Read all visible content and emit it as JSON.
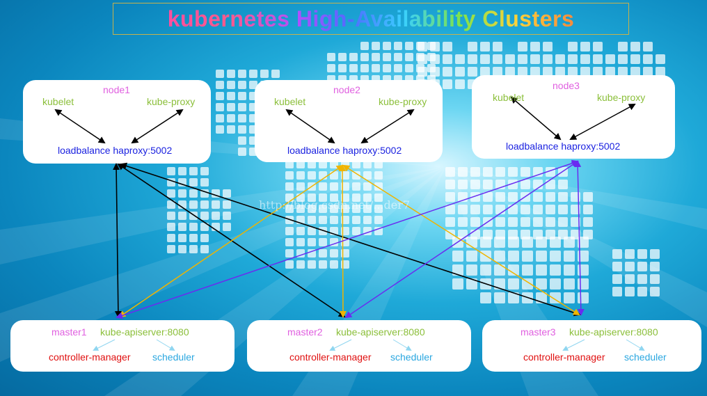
{
  "title": "kubernetes High-Availability Clusters",
  "watermark": "http://blog.csdn.net/...der7",
  "colors": {
    "node_name": "#e060e0",
    "component": "#8bbf3a",
    "loadbalance": "#1b22e0",
    "controller": "#e01010",
    "scheduler": "#2aa7e0",
    "arrow_black": "#000000",
    "arrow_yellow": "#f0b400",
    "arrow_purple": "#6a2cf0"
  },
  "nodes": [
    {
      "name": "node1",
      "kubelet": "kubelet",
      "proxy": "kube-proxy",
      "lb": "loadbalance haproxy:5002"
    },
    {
      "name": "node2",
      "kubelet": "kubelet",
      "proxy": "kube-proxy",
      "lb": "loadbalance haproxy:5002"
    },
    {
      "name": "node3",
      "kubelet": "kubelet",
      "proxy": "kube-proxy",
      "lb": "loadbalance haproxy:5002"
    }
  ],
  "masters": [
    {
      "name": "master1",
      "api": "kube-apiserver:8080",
      "cm": "controller-manager",
      "sched": "scheduler"
    },
    {
      "name": "master2",
      "api": "kube-apiserver:8080",
      "cm": "controller-manager",
      "sched": "scheduler"
    },
    {
      "name": "master3",
      "api": "kube-apiserver:8080",
      "cm": "controller-manager",
      "sched": "scheduler"
    }
  ]
}
